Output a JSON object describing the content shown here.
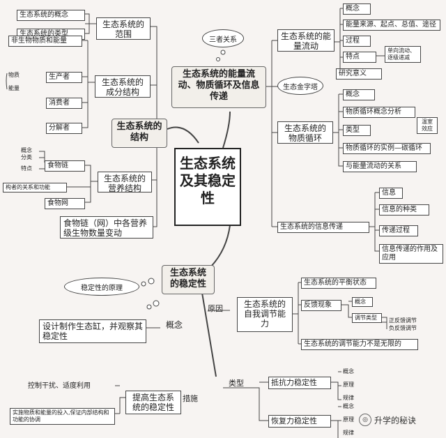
{
  "center": "生态系统及其稳定性",
  "structure": {
    "title": "生态系统的结构",
    "scope": {
      "title": "生态系统的范围",
      "items": [
        "生态系统的概念",
        "生态系统的类型"
      ]
    },
    "components": {
      "title": "生态系统的成分结构",
      "items": [
        "非生物物质和能量",
        "生产者",
        "消费者",
        "分解者"
      ],
      "side_a": "物质",
      "side_b": "能量"
    },
    "trophic": {
      "title": "生态系统的营养结构",
      "chain": "食物链",
      "web": "食物网",
      "chain_subs": [
        "概念",
        "分类",
        "特点"
      ],
      "relation": "构者的关系和功能"
    },
    "foodweb_change": "食物链（网）中各营养级生物数量变动"
  },
  "function": {
    "title": "生态系统的能量流动、物质循环及信息传递",
    "bubble_three": "三者关系",
    "bubble_pyramid": "生态金字塔",
    "energy": {
      "title": "生态系统的能量流动",
      "items": [
        "概念",
        "能量来源、起点、总值、途径",
        "过程",
        "特点",
        "研究意义"
      ],
      "feature_detail": "单向流动、逐级递减"
    },
    "matter": {
      "title": "生态系统的物质循环",
      "items": [
        "概念",
        "物质循环概念分析",
        "类型",
        "物质循环的实例—碳循环",
        "与能量流动的关系"
      ],
      "greenhouse": "温室效应"
    },
    "info": {
      "title": "生态系统的信息传递",
      "items": [
        "信息",
        "信息的种类",
        "传递过程",
        "信息传递的作用及应用"
      ]
    }
  },
  "stability": {
    "title": "生态系统的稳定性",
    "bubble_principle": "稳定性的原理",
    "experiment": "设计制作生态缸，并观察其稳定性",
    "concept_label": "概念",
    "cause_label": "原因",
    "self_reg": {
      "title": "生态系统的自我调节能力",
      "items": [
        "生态系统的平衡状态",
        "反馈现象",
        "生态系统的调节能力不是无限的"
      ],
      "feedback_subs": [
        "概念",
        "调节类型"
      ],
      "types": [
        "正反馈调节",
        "负反馈调节"
      ]
    },
    "types_label": "类型",
    "resistance": {
      "title": "抵抗力稳定性",
      "items": [
        "概念",
        "原理",
        "规律"
      ]
    },
    "resilience": {
      "title": "恢复力稳定性",
      "items": [
        "概念",
        "原理",
        "规律"
      ]
    },
    "measures_label": "措施",
    "improve": {
      "title": "提高生态系统的稳定性",
      "items": [
        "控制干扰、适度利用",
        "实施物质和能量的投入,保证内部结构和功能的协调"
      ]
    }
  },
  "watermark": "升学的秘诀"
}
